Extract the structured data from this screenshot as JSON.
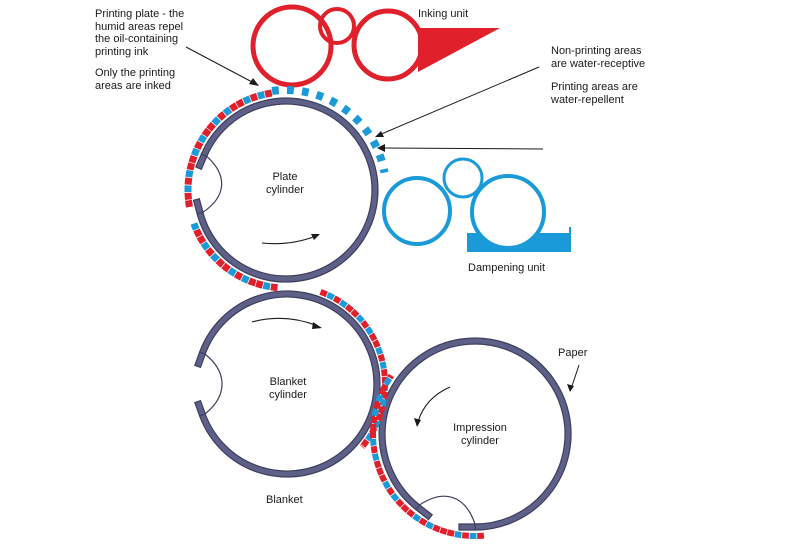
{
  "labels": {
    "printing_plate": "Printing plate - the\nhumid areas repel\nthe oil-containing\nprinting ink",
    "only_printing_inked": "Only the printing\nareas are inked",
    "inking_unit": "Inking unit",
    "non_printing_water": "Non-printing areas\nare water-receptive",
    "printing_repellent": "Printing areas are\nwater-repellent",
    "plate_cylinder": "Plate\ncylinder",
    "dampening_unit": "Dampening unit",
    "blanket_cylinder": "Blanket\ncylinder",
    "paper": "Paper",
    "impression_cylinder": "Impression\ncylinder",
    "blanket": "Blanket"
  },
  "colors": {
    "ink_red": "#e0202a",
    "water_blue": "#1a9ad9",
    "cylinder": "#5f6088",
    "cylinder_dark": "#3d3e5e",
    "text": "#1a1a1a"
  },
  "icons": {
    "rotation": "curved-arrow-icon"
  }
}
